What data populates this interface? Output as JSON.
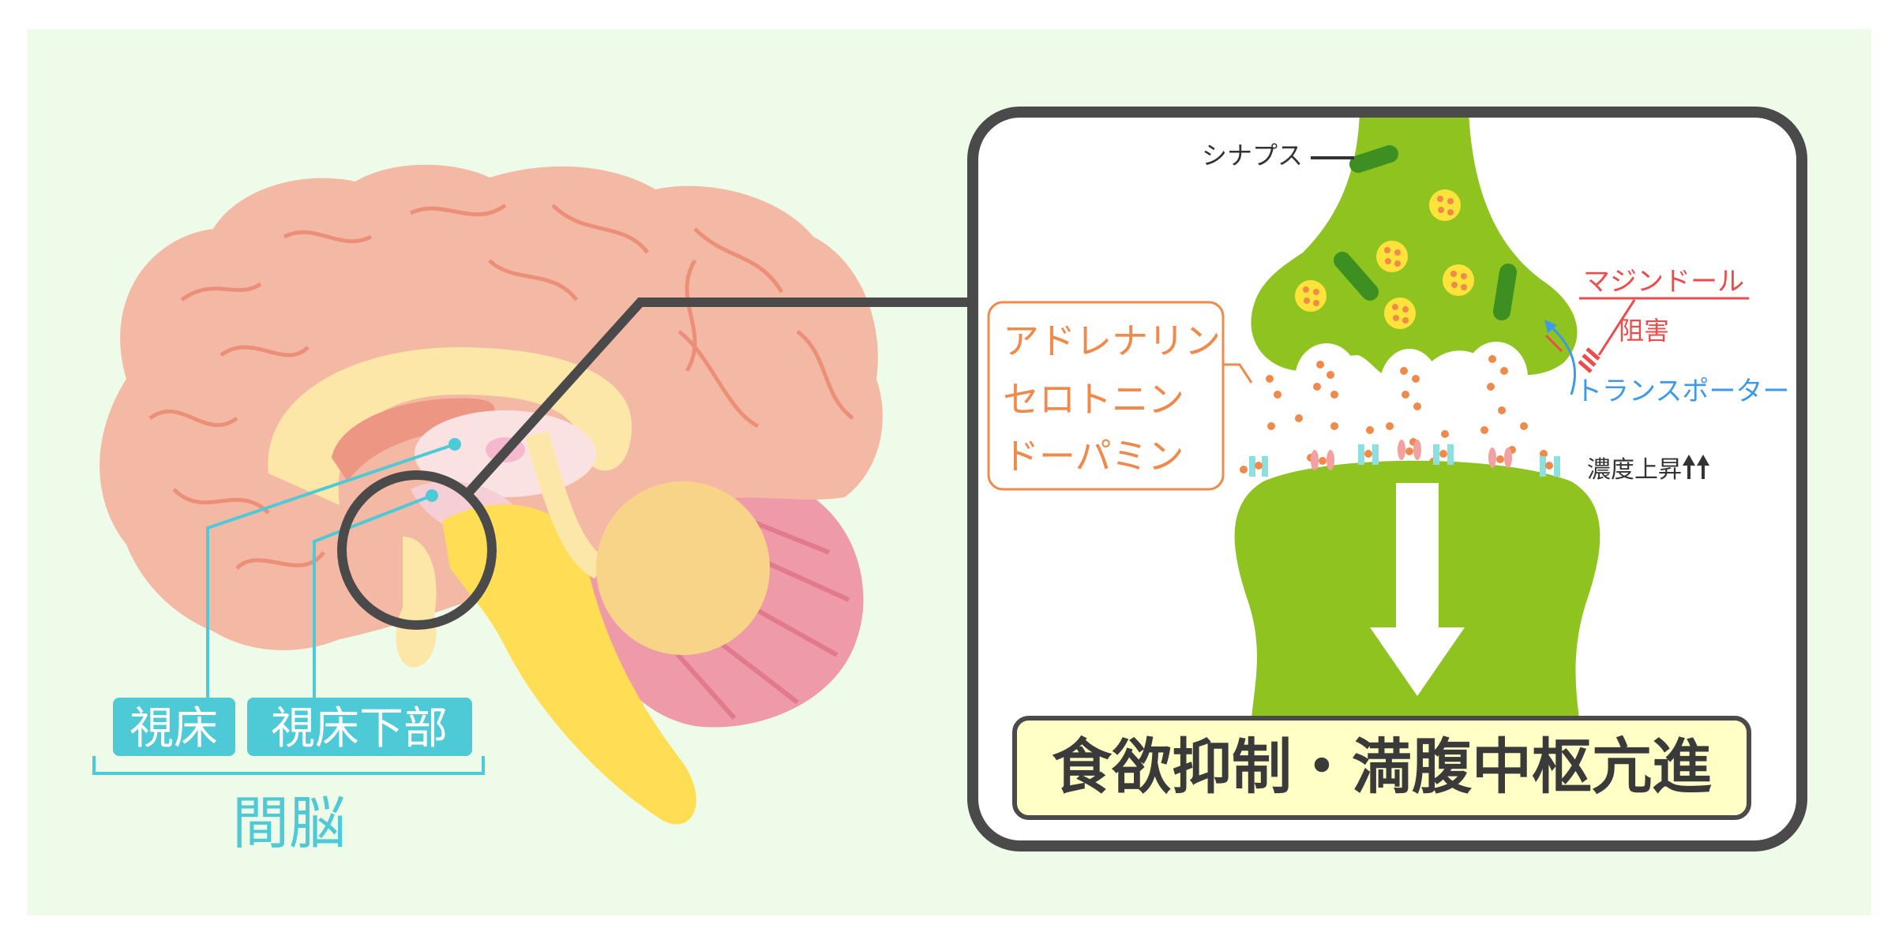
{
  "colors": {
    "background": "#eefbe9",
    "brain_cortex": "#f4b9a5",
    "brain_fold": "#ec8f78",
    "corpus": "#fde7a8",
    "brainstem": "#ffdd55",
    "cerebellum": "#ef9aa8",
    "diencephalon_label": "#4ec9d6",
    "panel_border": "#4a4a4a",
    "neuron": "#8fc31f",
    "mitochondria": "#3d8f22",
    "vesicle": "#ffe23a",
    "neurotransmitter": "#f08a4b",
    "inhibitor": "#ef4b4b",
    "transporter": "#3e9ae8",
    "result_box": "#ffffc6"
  },
  "brain": {
    "labels": [
      "視床",
      "視床下部"
    ],
    "group_label": "間脳"
  },
  "synapse_panel": {
    "synapse_label": "シナプス",
    "neurotransmitters": [
      "アドレナリン",
      "セロトニン",
      "ドーパミン"
    ],
    "drug_label": "マジンドール",
    "inhibit_label": "阻害",
    "transporter_label": "トランスポーター",
    "concentration_label": "濃度上昇",
    "concentration_icon": "double-up-arrow-icon",
    "result": "食欲抑制・満腹中枢亢進"
  }
}
